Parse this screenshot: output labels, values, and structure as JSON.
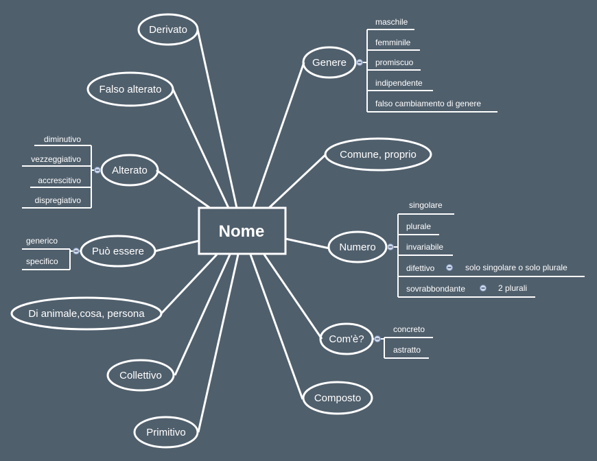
{
  "root": "Nome",
  "topics": {
    "derivato": "Derivato",
    "falso_alterato": "Falso alterato",
    "alterato": "Alterato",
    "puo_essere": "Può essere",
    "animale": "Di animale,cosa, persona",
    "collettivo": "Collettivo",
    "primitivo": "Primitivo",
    "genere": "Genere",
    "comune": "Comune, proprio",
    "numero": "Numero",
    "come": "Com'è?",
    "composto": "Composto"
  },
  "alterato_items": [
    "diminutivo",
    "vezzeggiativo",
    "accrescitivo",
    "dispregiativo"
  ],
  "puo_essere_items": [
    "generico",
    "specifico"
  ],
  "genere_items": [
    "maschile",
    "femminile",
    "promiscuo",
    "indipendente",
    "falso cambiamento di genere"
  ],
  "numero_items": [
    "singolare",
    "plurale",
    "invariabile",
    "difettivo",
    "sovrabbondante"
  ],
  "numero_sub": {
    "difettivo": "solo singolare o solo plurale",
    "sovrabbondante": "2 plurali"
  },
  "come_items": [
    "concreto",
    "astratto"
  ]
}
